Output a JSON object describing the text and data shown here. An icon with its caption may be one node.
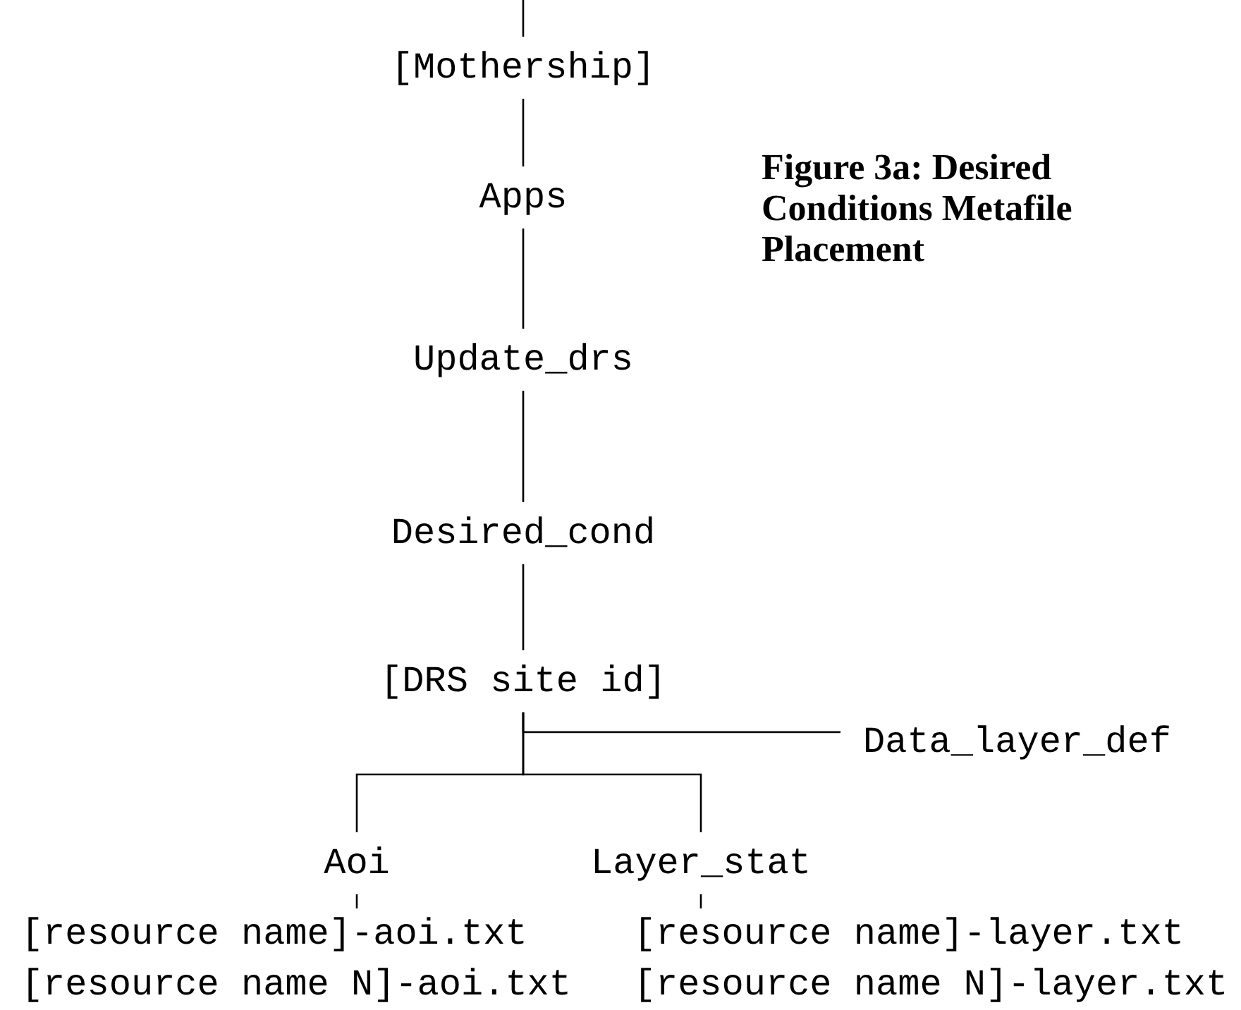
{
  "diagram": {
    "title": "Figure 3a: Desired Conditions Metafile Placement",
    "nodes": [
      {
        "text": [
          "[Mothership]"
        ]
      },
      {
        "text": [
          "Apps"
        ]
      },
      {
        "text": [
          "Update_drs"
        ]
      },
      {
        "text": [
          "Desired_cond"
        ]
      },
      {
        "text": [
          "[DRS site id]"
        ]
      },
      {
        "text": [
          "Data_layer_def"
        ]
      },
      {
        "text": [
          "Aoi"
        ]
      },
      {
        "text": [
          "Layer_stat"
        ]
      },
      {
        "text": [
          "[resource name]-aoi.txt",
          "[resource name N]-aoi.txt"
        ]
      },
      {
        "text": [
          "[resource name]-layer.txt",
          "[resource name N]-layer.txt"
        ]
      }
    ],
    "edges": [
      {
        "from": null,
        "to": 0,
        "arrow": "none"
      },
      {
        "from": 0,
        "to": 1,
        "arrow": "none"
      },
      {
        "from": 1,
        "to": 2,
        "arrow": "none"
      },
      {
        "from": 2,
        "to": 3,
        "arrow": "none"
      },
      {
        "from": 3,
        "to": 4,
        "arrow": "none"
      },
      {
        "from": 4,
        "to": 5,
        "arrow": "none"
      },
      {
        "from": 4,
        "to": 6,
        "arrow": "none"
      },
      {
        "from": 4,
        "to": 7,
        "arrow": "none"
      },
      {
        "from": 6,
        "to": 8,
        "arrow": "none"
      },
      {
        "from": 7,
        "to": 9,
        "arrow": "none"
      }
    ]
  }
}
